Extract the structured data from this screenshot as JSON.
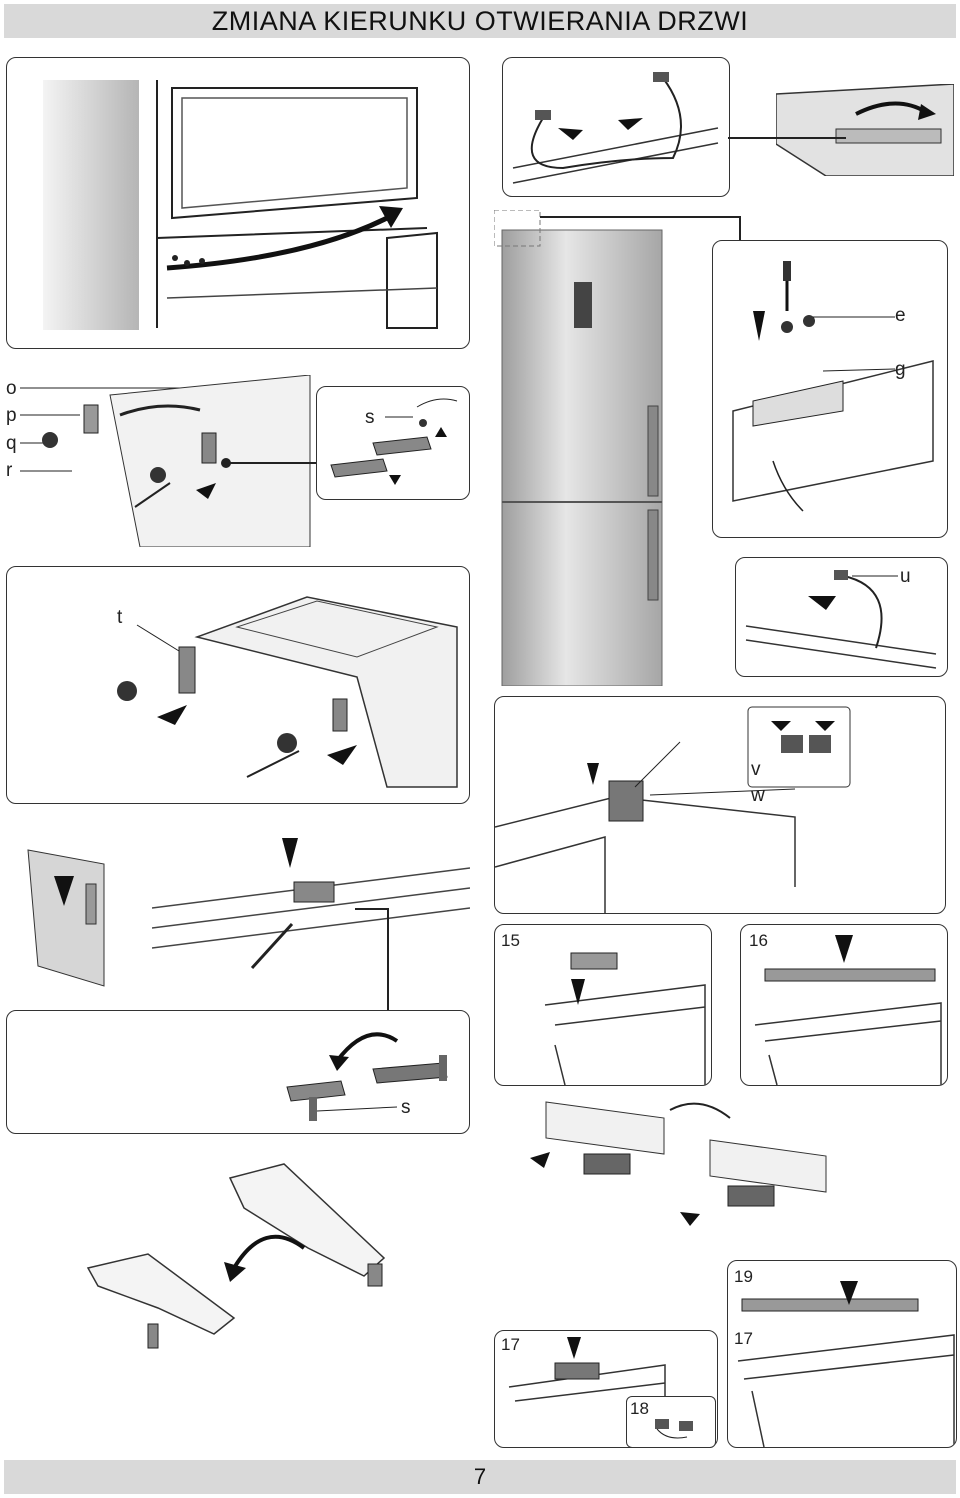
{
  "header": {
    "title": "ZMIANA KIERUNKU OTWIERANIA DRZWI"
  },
  "footer": {
    "page_number": "7"
  },
  "labels": {
    "e": "e",
    "g": "g",
    "o": "o",
    "p": "p",
    "q": "q",
    "r": "r",
    "s": "s",
    "s2": "s",
    "t": "t",
    "u": "u",
    "v": "v",
    "w": "w"
  },
  "steps": {
    "s15": "15",
    "s16": "16",
    "s17a": "17",
    "s17b": "17",
    "s18": "18",
    "s19": "19"
  },
  "colors": {
    "header_bg": "#d9d9d9",
    "panel_border": "#333333",
    "fridge_gray": "#c8c8c8"
  }
}
